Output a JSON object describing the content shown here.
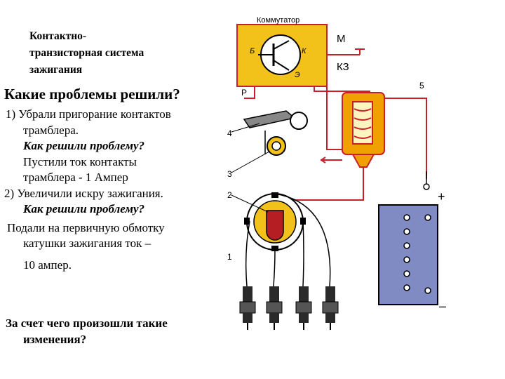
{
  "title": [
    "Контактно-",
    "транзисторная система",
    "зажигания"
  ],
  "heading": "Какие проблемы решили?",
  "items": {
    "i1_line1": "1)  Убрали пригорание контактов",
    "i1_line2": "трамблера.",
    "q1": "Как решили проблему?",
    "a1_line1": "Пустили ток  контакты",
    "a1_line2": "трамблера - 1 Ампер",
    "i2": "2) Увеличили искру зажигания.",
    "q2": "Как решили проблему?",
    "a2_line1": "Подали на первичную обмотку",
    "a2_line2": "катушки зажигания ток –",
    "a2_line3": "10 ампер."
  },
  "question": [
    "За счет чего произошли такие",
    "изменения?"
  ],
  "diagram": {
    "commutator_label": "Коммутатор",
    "m_label": "М",
    "kz_label": "КЗ",
    "b_label": "Б",
    "k_label": "К",
    "e_label": "Э",
    "r_label": "Р",
    "n1": "1",
    "n2": "2",
    "n3": "3",
    "n4": "4",
    "n5": "5",
    "plus": "+",
    "minus": "–",
    "colors": {
      "commutator": "#f2c21b",
      "wire": "#c8202a",
      "battery": "#7f8bc2",
      "coil": "#f0a000"
    }
  }
}
